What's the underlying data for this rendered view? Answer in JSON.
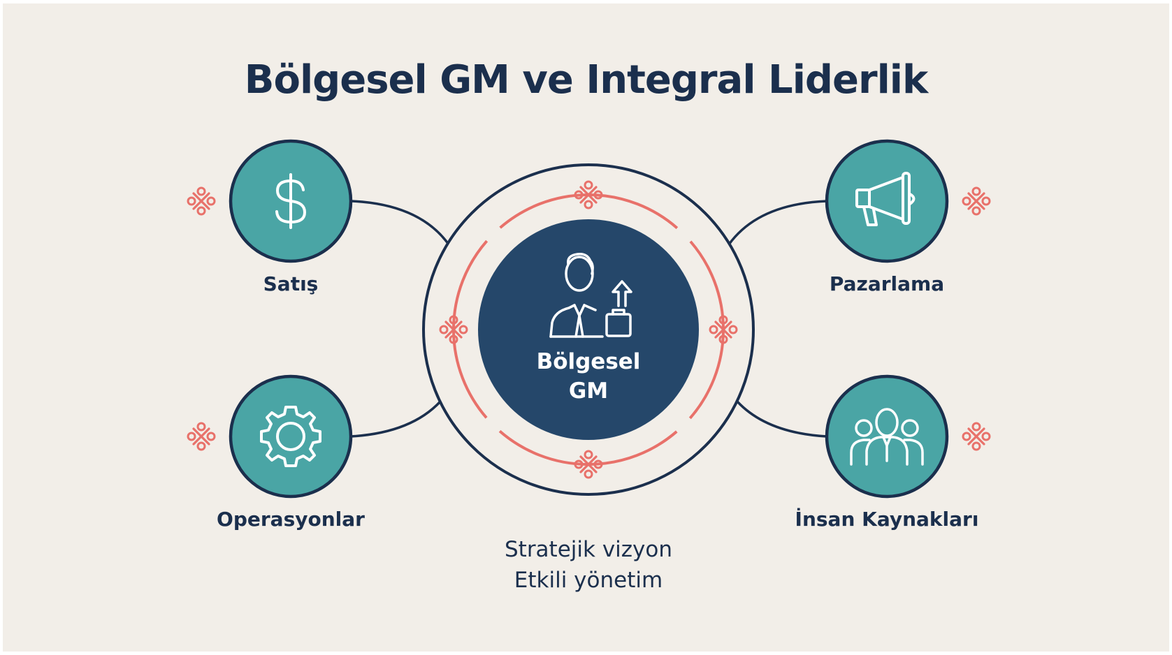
{
  "title": "Bölgesel GM ve Integral Liderlik",
  "center": {
    "line1": "Bölgesel",
    "line2": "GM",
    "icon": "leader-with-briefcase-growth-icon"
  },
  "nodes": [
    {
      "label": "Satış",
      "icon": "dollar-sign-icon"
    },
    {
      "label": "Pazarlama",
      "icon": "megaphone-icon"
    },
    {
      "label": "Operasyonlar",
      "icon": "gear-icon"
    },
    {
      "label": "İnsan Kaynakları",
      "icon": "team-people-icon"
    }
  ],
  "tagline": {
    "line1": "Stratejik vizyon",
    "line2": "Etkili yönetim"
  },
  "colors": {
    "background": "#f2eee8",
    "navy": "#1b2f4d",
    "teal": "#4aa5a5",
    "coral": "#e8716a",
    "center_fill": "#25476a"
  }
}
